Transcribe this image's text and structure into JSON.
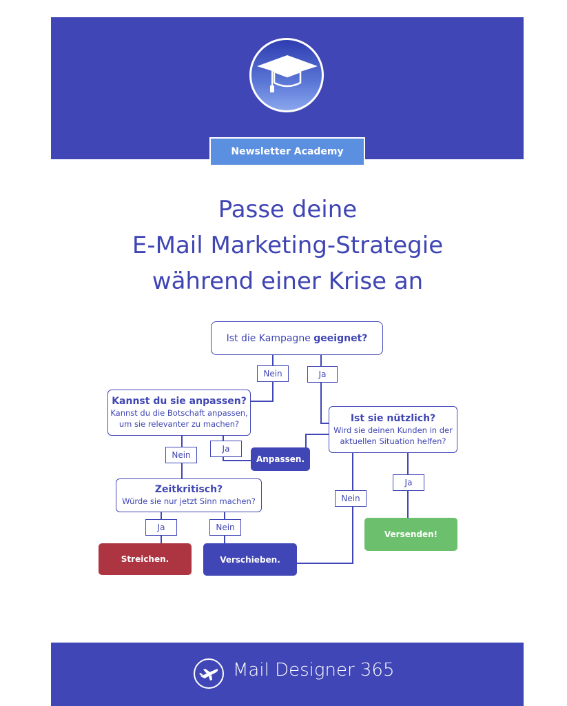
{
  "header": {
    "badge": "Newsletter Academy",
    "logo_icon": "graduation-cap-icon",
    "background": "#4046b5"
  },
  "title": {
    "lines": [
      "Passe deine",
      "E-Mail Marketing-Strategie",
      "während einer Krise an"
    ]
  },
  "flowchart": {
    "q1": {
      "text": "Ist die Kampagne ",
      "emphasis": "geeignet?"
    },
    "q2": {
      "title": "Kannst du sie anpassen?",
      "sub1": "Kannst du die Botschaft anpassen,",
      "sub2": "um sie relevanter zu machen?"
    },
    "q3": {
      "title": "Ist sie nützlich?",
      "sub1": "Wird sie deinen Kunden in der",
      "sub2": "aktuellen Situation helfen?"
    },
    "q4": {
      "title": "Zeitkritisch?",
      "sub1": "Würde sie nur jetzt Sinn machen?"
    },
    "labels": {
      "q1_no": "Nein",
      "q1_yes": "Ja",
      "q2_no": "Nein",
      "q2_yes": "Ja",
      "q3_no": "Nein",
      "q3_yes": "Ja",
      "q4_yes": "Ja",
      "q4_no": "Nein"
    },
    "outcomes": {
      "adapt": "Anpassen.",
      "delete": "Streichen.",
      "postpone": "Verschieben.",
      "send": "Versenden!"
    },
    "colors": {
      "line": "#4046b5",
      "adapt": "#4046b5",
      "delete": "#ad3541",
      "postpone": "#4046b5",
      "send": "#6bbf6d"
    }
  },
  "footer": {
    "brand": "Mail Designer 365",
    "logo_icon": "airplane-icon"
  }
}
